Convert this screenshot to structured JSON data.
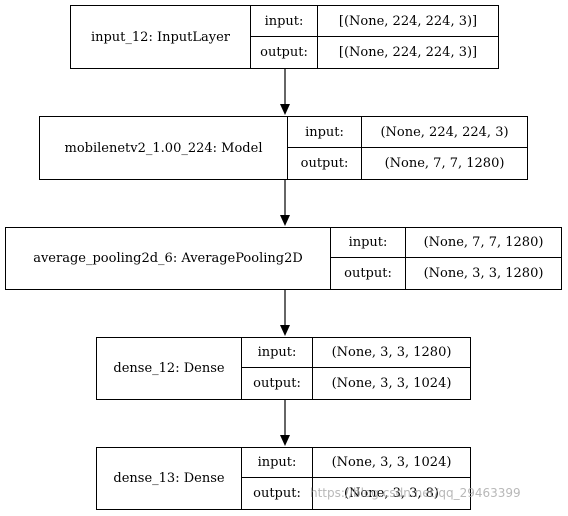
{
  "nodes": [
    {
      "label": "input_12: InputLayer",
      "input_key": "input:",
      "output_key": "output:",
      "input_value": "[(None, 224, 224, 3)]",
      "output_value": "[(None, 224, 224, 3)]"
    },
    {
      "label": "mobilenetv2_1.00_224: Model",
      "input_key": "input:",
      "output_key": "output:",
      "input_value": "(None, 224, 224, 3)",
      "output_value": "(None, 7, 7, 1280)"
    },
    {
      "label": "average_pooling2d_6: AveragePooling2D",
      "input_key": "input:",
      "output_key": "output:",
      "input_value": "(None, 7, 7, 1280)",
      "output_value": "(None, 3, 3, 1280)"
    },
    {
      "label": "dense_12: Dense",
      "input_key": "input:",
      "output_key": "output:",
      "input_value": "(None, 3, 3, 1280)",
      "output_value": "(None, 3, 3, 1024)"
    },
    {
      "label": "dense_13: Dense",
      "input_key": "input:",
      "output_key": "output:",
      "input_value": "(None, 3, 3, 1024)",
      "output_value": "(None, 3, 3, 8)"
    }
  ],
  "watermark": "https://blog.csdn.net/qq_29463399"
}
